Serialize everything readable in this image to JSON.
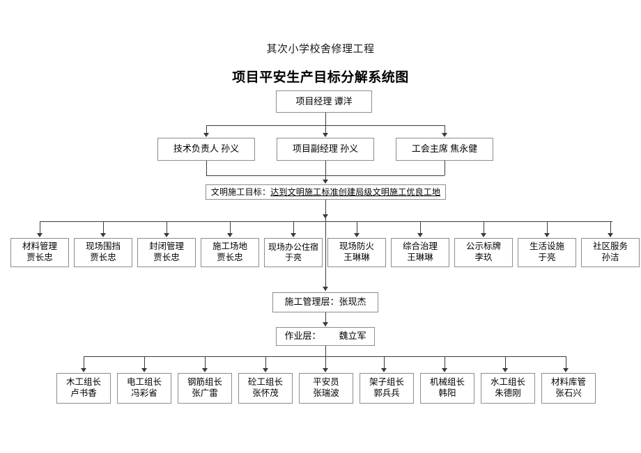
{
  "header": {
    "subtitle": "其次小学校舍修理工程",
    "title": "项目平安生产目标分解系统图"
  },
  "colors": {
    "box_border": "#8c8c8c",
    "connector": "#3a3a3a",
    "background": "#ffffff",
    "text": "#000000"
  },
  "level1": {
    "label": "项目经理  谭洋"
  },
  "level2": [
    {
      "label": "技术负责人  孙义"
    },
    {
      "label": "项目副经理  孙义"
    },
    {
      "label": "工会主席  焦永健"
    }
  ],
  "banner": {
    "prefix": "文明施工目标：",
    "goal": "达到文明施工标准创建局级文明施工优良工地"
  },
  "responsibilities": [
    {
      "role": "材料管理",
      "person": "贾长忠"
    },
    {
      "role": "现场围挡",
      "person": "贾长忠"
    },
    {
      "role": "封闭管理",
      "person": "贾长忠"
    },
    {
      "role": "施工场地",
      "person": "贾长忠"
    },
    {
      "role": "现场办公住宿",
      "person": "于亮"
    },
    {
      "role": "现场防火",
      "person": "王琳琳"
    },
    {
      "role": "综合治理",
      "person": "王琳琳"
    },
    {
      "role": "公示标牌",
      "person": "李玖"
    },
    {
      "role": "生活设施",
      "person": "于亮"
    },
    {
      "role": "社区服务",
      "person": "孙洁"
    }
  ],
  "management": {
    "label": "施工管理层：张现杰"
  },
  "operation": {
    "prefix": "作业层：",
    "person": "魏立军"
  },
  "teams": [
    {
      "role": "木工组长",
      "person": "卢书香"
    },
    {
      "role": "电工组长",
      "person": "冯彩省"
    },
    {
      "role": "钢筋组长",
      "person": "张广雷"
    },
    {
      "role": "砼工组长",
      "person": "张怀茂"
    },
    {
      "role": "平安员",
      "person": "张瑞波"
    },
    {
      "role": "架子组长",
      "person": "郭兵兵"
    },
    {
      "role": "机械组长",
      "person": "韩阳"
    },
    {
      "role": "水工组长",
      "person": "朱德刚"
    },
    {
      "role": "材料库管",
      "person": "张石兴"
    }
  ]
}
